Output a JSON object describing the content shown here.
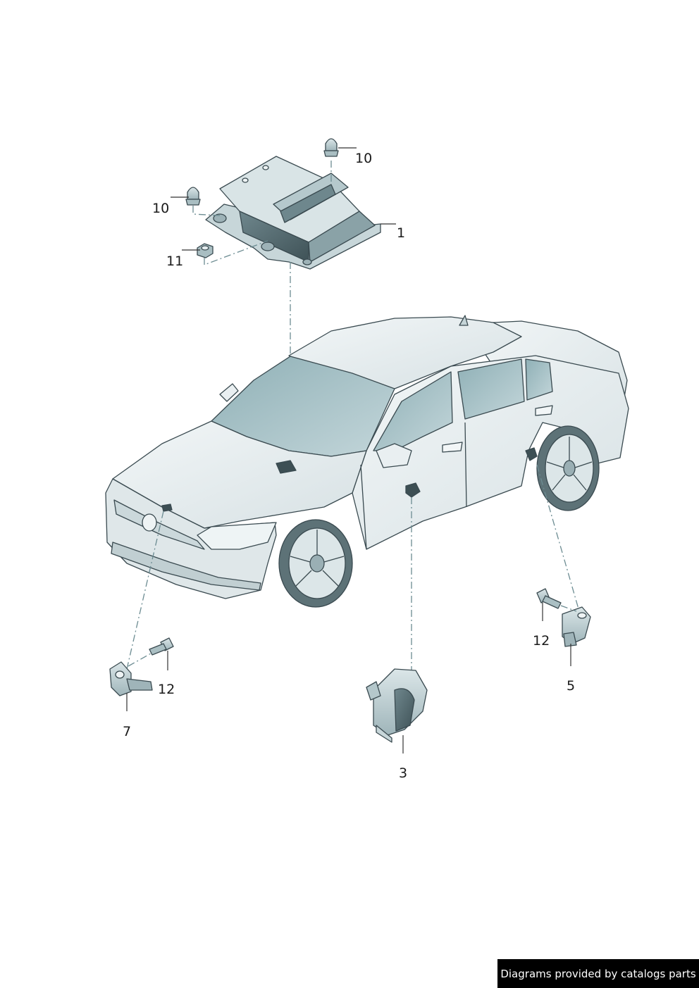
{
  "callouts": {
    "c1": "1",
    "c3": "3",
    "c5": "5",
    "c7": "7",
    "c10a": "10",
    "c10b": "10",
    "c11": "11",
    "c12a": "12",
    "c12b": "12"
  },
  "footer": {
    "credit": "Diagrams provided by catalogs parts"
  },
  "colors": {
    "car_body": "#e6ecee",
    "glass": "#a9c3c8",
    "part_fill": "#c4d4d8",
    "line": "#3a4a50",
    "leader_dash": "#6c8c92"
  }
}
